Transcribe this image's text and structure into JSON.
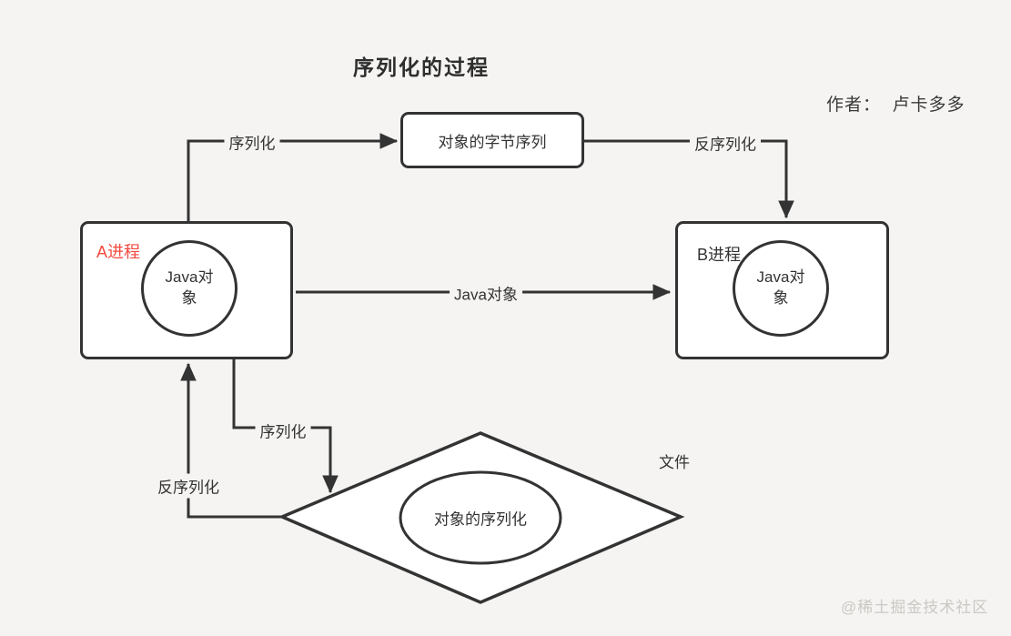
{
  "page": {
    "title": "序列化的过程",
    "author": "作者：  卢卡多多",
    "watermark": "@稀土掘金技术社区",
    "background_color": "#f5f4f2",
    "line_color": "#333333",
    "accent_red": "#f2493f",
    "watermark_color": "#cbc8c4"
  },
  "nodes": {
    "byte_sequence": {
      "label": "对象的字节序列"
    },
    "process_a": {
      "label": "A进程",
      "object_label": "Java对\n象"
    },
    "process_b": {
      "label": "B进程",
      "object_label": "Java对\n象"
    },
    "file_diamond": {
      "label": "对象的序列化",
      "caption": "文件"
    }
  },
  "edges": {
    "serialize_top": {
      "label": "序列化"
    },
    "deserialize_top": {
      "label": "反序列化"
    },
    "java_object": {
      "label": "Java对象"
    },
    "serialize_bottom": {
      "label": "序列化"
    },
    "deserialize_bottom": {
      "label": "反序列化"
    }
  }
}
